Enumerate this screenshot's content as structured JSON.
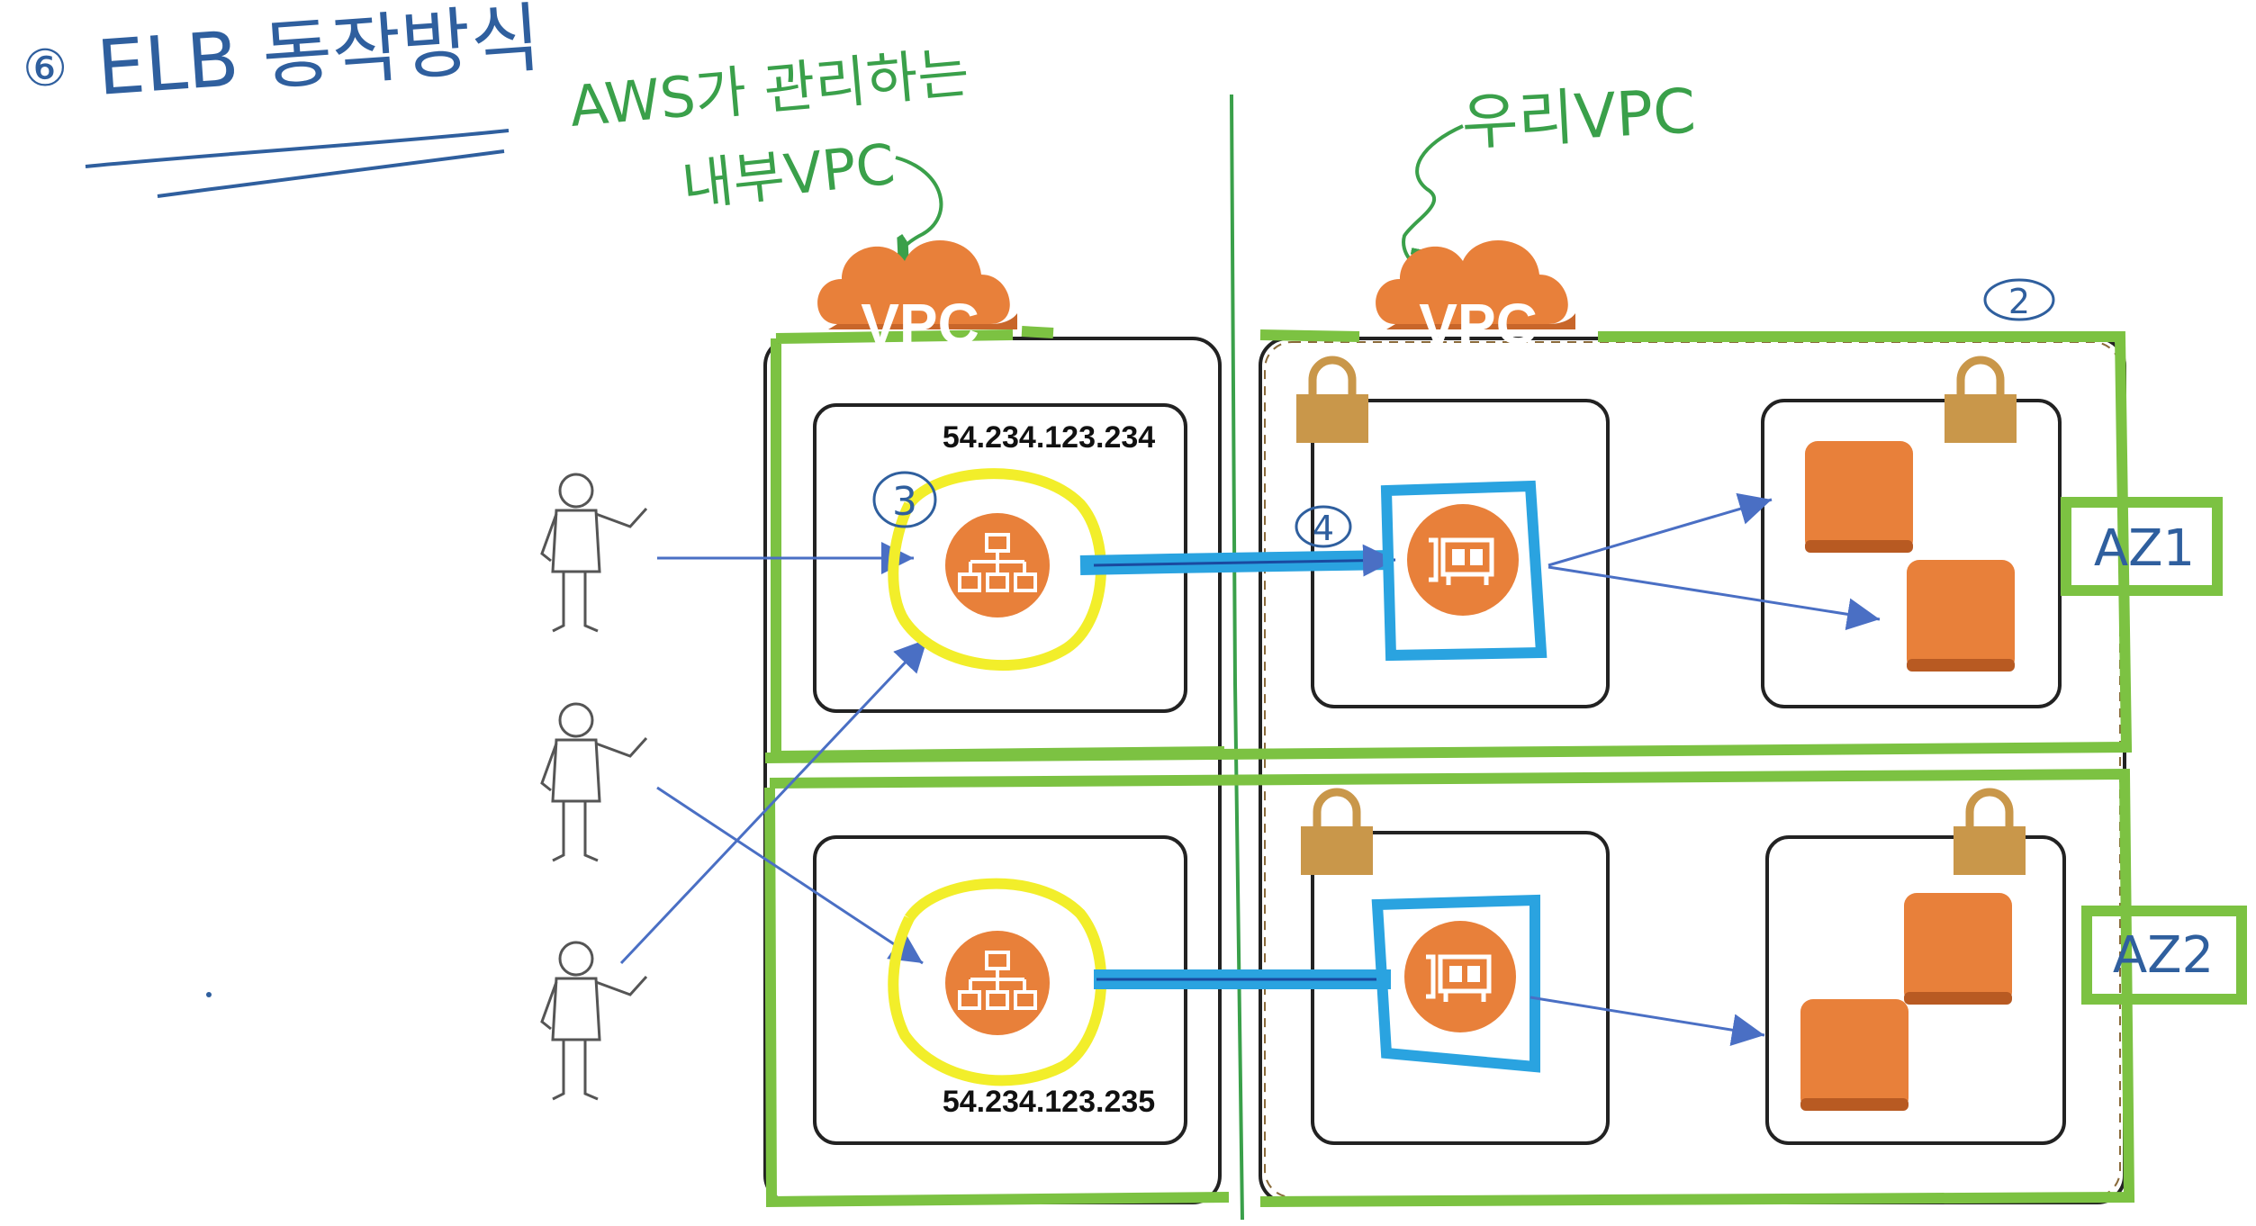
{
  "title": {
    "bullet": "⑥",
    "text": "ELB 동작방식"
  },
  "notes": {
    "managed_line1": "AWS가 관리하는",
    "managed_line2": "내부VPC",
    "our_vpc": "우리VPC"
  },
  "vpc_badges": {
    "left": "VPC",
    "right": "VPC"
  },
  "step_markers": {
    "step2": "2",
    "step3": "3",
    "step4": "4"
  },
  "load_balancers": {
    "top_ip": "54.234.123.234",
    "bottom_ip": "54.234.123.235"
  },
  "zones": {
    "az1": "AZ1",
    "az2": "AZ2"
  },
  "colors": {
    "handwriting_blue": "#2f5f9e",
    "handwriting_green": "#3aa04a",
    "highlight_green": "#7cc242",
    "highlight_yellow": "#f2ee2a",
    "highlight_blue": "#2aa3e0",
    "aws_orange": "#e8803a",
    "lock_gold": "#c9974a",
    "arrow_blue": "#4a6fc4"
  },
  "icons": {
    "person": "stick-person-icon",
    "load_balancer": "elb-icon",
    "eni": "network-interface-icon",
    "instance": "ec2-instance-icon",
    "lock": "lock-icon",
    "cloud": "vpc-cloud-icon"
  }
}
